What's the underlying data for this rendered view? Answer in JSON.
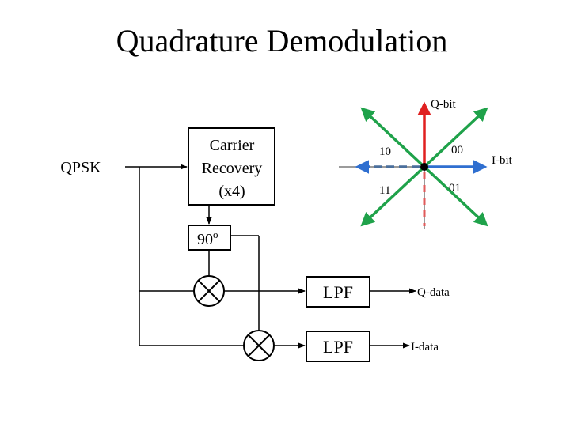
{
  "title": "Quadrature Demodulation",
  "input_label": "QPSK",
  "carrier_recovery": {
    "line1": "Carrier",
    "line2": "Recovery",
    "line3": "(x4)"
  },
  "phase_shift": {
    "value": "90",
    "unit": "o"
  },
  "lpf_upper": "LPF",
  "lpf_lower": "LPF",
  "q_data_label": "Q-data",
  "i_data_label": "I-data",
  "constellation": {
    "q_axis_label": "Q-bit",
    "i_axis_label": "I-bit",
    "symbols": {
      "top_left": "10",
      "top_right": "00",
      "bottom_left": "11",
      "bottom_right": "01"
    }
  },
  "colors": {
    "red": "#e02020",
    "blue": "#2f6fd0",
    "green": "#1fa24a",
    "gray": "#7a7a7a",
    "dash_blue": "#4a6f9c",
    "dash_red": "#e05a5a"
  }
}
